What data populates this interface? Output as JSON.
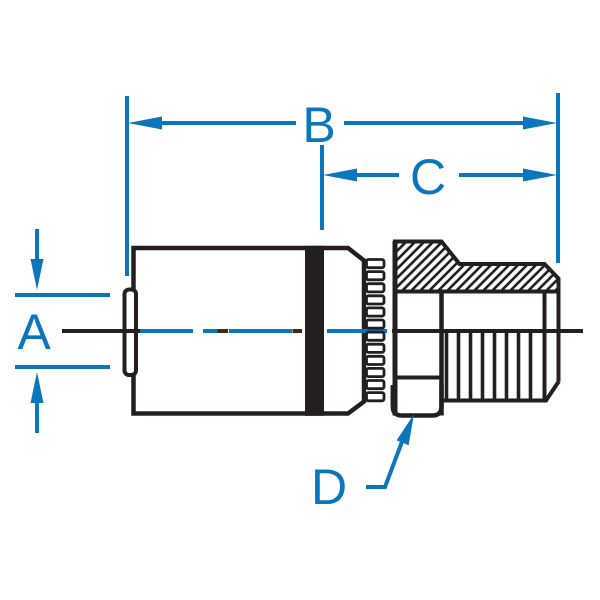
{
  "diagram": {
    "kind": "technical-dimensional-drawing",
    "subject": "crimp hose fitting with male pipe thread, half-section side view",
    "background": "#ffffff",
    "colors": {
      "dimension_blue": "#0c76bc",
      "outline_black": "#231f20",
      "centerline_dash_dark": "#44291a"
    },
    "dimension_labels": {
      "a": "A",
      "b": "B",
      "c": "C",
      "d": "D"
    }
  }
}
